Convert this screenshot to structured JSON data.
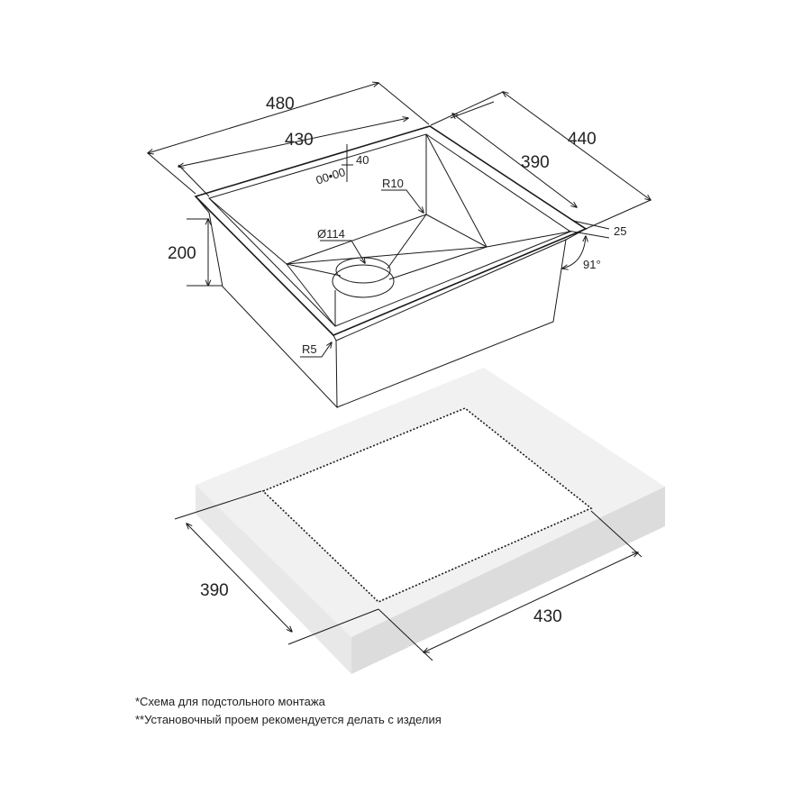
{
  "sink": {
    "dim_length_outer": "480",
    "dim_length_inner": "430",
    "dim_width_outer": "440",
    "dim_width_inner": "390",
    "dim_depth": "200",
    "dim_overflow": "40",
    "dim_radius_inner": "R10",
    "dim_drain": "Ø114",
    "dim_radius_outer": "R5",
    "dim_rim": "25",
    "dim_angle": "91°"
  },
  "countertop": {
    "dim_width": "390",
    "dim_length": "430"
  },
  "notes": [
    "*Схема для подстольного монтажа",
    "**Установочный проем рекомендуется делать с изделия"
  ]
}
